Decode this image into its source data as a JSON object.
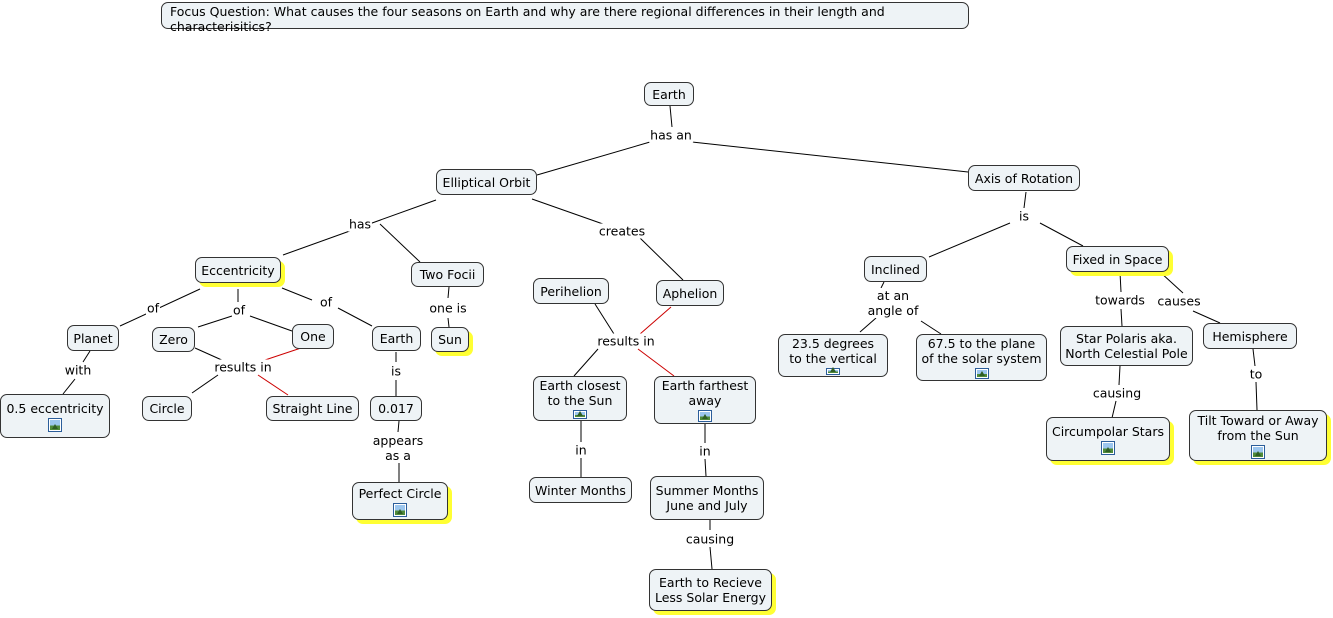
{
  "focus_question": "Focus Question: What causes the four seasons on Earth and why are there regional differences in their length and characterisitics?",
  "nodes": {
    "earth_root": "Earth",
    "elliptical_orbit": "Elliptical Orbit",
    "axis_of_rotation": "Axis of Rotation",
    "eccentricity": "Eccentricity",
    "two_foci": "Two Focii",
    "perihelion": "Perihelion",
    "aphelion": "Aphelion",
    "inclined": "Inclined",
    "fixed_in_space": "Fixed in Space",
    "planet": "Planet",
    "zero": "Zero",
    "one": "One",
    "earth_ecc": "Earth",
    "sun": "Sun",
    "degrees_vertical": "23.5 degrees\nto the vertical",
    "plane_solar": "67.5 to the plane\nof the solar system",
    "star_polaris": "Star Polaris aka.\nNorth Celestial Pole",
    "hemisphere": "Hemisphere",
    "ecc_half": "0.5 eccentricity",
    "circle": "Circle",
    "straight_line": "Straight Line",
    "ecc_value": "0.017",
    "earth_closest": "Earth closest\nto the Sun",
    "earth_farthest": "Earth farthest\naway",
    "circumpolar": "Circumpolar Stars",
    "tilt": "Tilt Toward or Away\nfrom the Sun",
    "perfect_circle": "Perfect Circle",
    "winter_months": "Winter Months",
    "summer_months": "Summer Months\nJune and July",
    "less_energy": "Earth to Recieve\nLess Solar Energy"
  },
  "link_labels": {
    "has_an": "has an",
    "has": "has",
    "creates": "creates",
    "is_axis": "is",
    "of_planet": "of",
    "of_zero_one": "of",
    "of_earth": "of",
    "one_is": "one is",
    "results_in_ecc": "results in",
    "results_in_peri": "results in",
    "at_an_angle_of": "at an\nangle of",
    "towards": "towards",
    "causes": "causes",
    "with": "with",
    "is_earth": "is",
    "in_winter": "in",
    "in_summer": "in",
    "causing_polaris": "causing",
    "to": "to",
    "appears_as_a": "appears\nas a",
    "causing_summer": "causing"
  },
  "colors": {
    "node_fill": "#eef3f6",
    "highlight": "#ffff33",
    "line": "#000000",
    "line_red": "#cc0000"
  }
}
